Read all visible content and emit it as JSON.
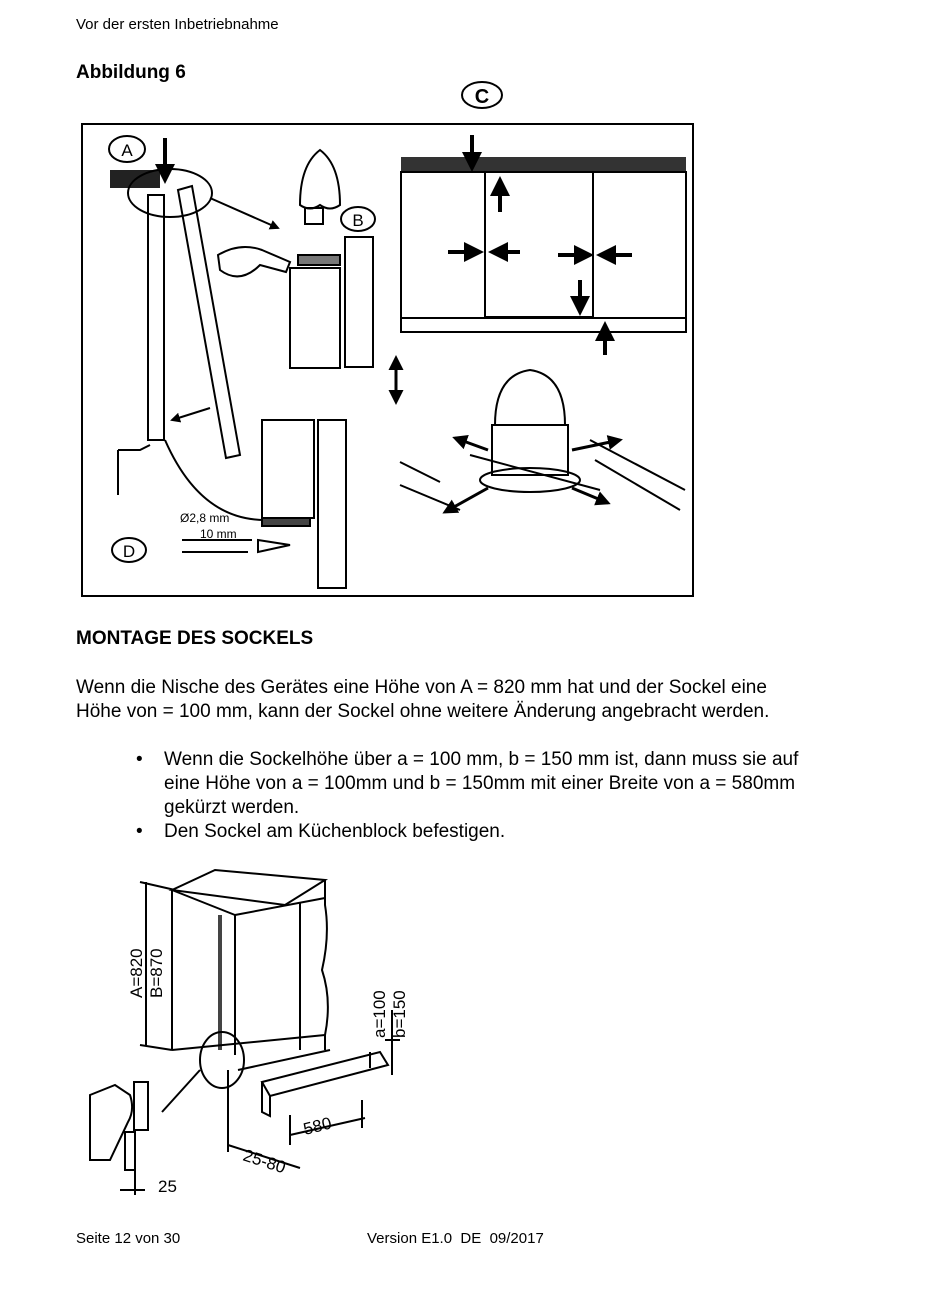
{
  "header": {
    "text": "Vor der ersten Inbetriebnahme"
  },
  "figure": {
    "title": "Abbildung 6",
    "labels": {
      "c": "C",
      "a": "A",
      "b": "B",
      "d": "D",
      "diameter": "Ø2,8 mm",
      "depth": "10 mm"
    }
  },
  "section": {
    "title": "MONTAGE DES SOCKELS",
    "paragraph_lines": [
      "Wenn die Nische des Gerätes eine Höhe von A = 820 mm hat und der Sockel eine",
      "Höhe von  = 100 mm, kann der Sockel ohne weitere Änderung angebracht werden."
    ],
    "bullet_symbol": "•",
    "bullets": [
      {
        "lines": [
          "Wenn die Sockelhöhe über a = 100 mm, b = 150 mm ist, dann muss sie auf",
          "eine Höhe von a = 100mm und b = 150mm mit einer Breite von a = 580mm",
          "gekürzt werden."
        ]
      },
      {
        "lines": [
          "Den Sockel am Küchenblock befestigen."
        ]
      }
    ]
  },
  "diagram2": {
    "labels": {
      "height_a": "A=820",
      "height_b": "B=870",
      "plinth_a": "a=100",
      "plinth_b": "b=150",
      "width": "580",
      "offset": "25-80",
      "gap": "25"
    }
  },
  "footer": {
    "page": "Seite 12 von 30",
    "version": "Version E1.0  DE  09/2017"
  }
}
